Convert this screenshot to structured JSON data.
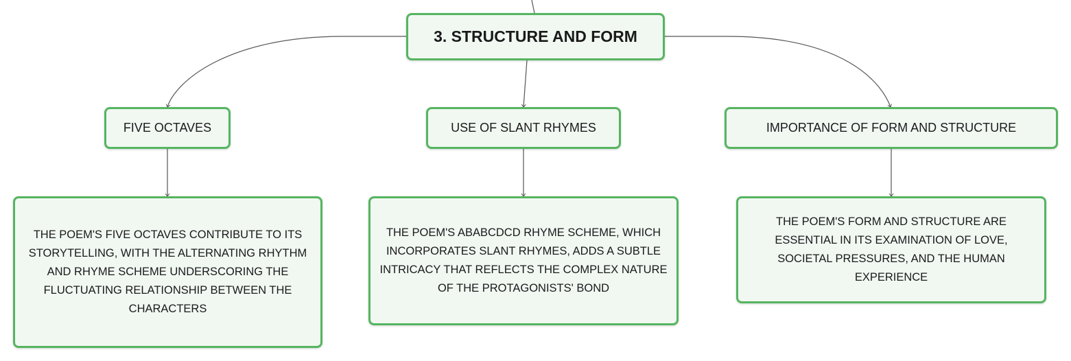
{
  "root": {
    "label": "3. STRUCTURE AND FORM"
  },
  "branches": [
    {
      "label": "FIVE OCTAVES",
      "detail": "THE POEM'S FIVE OCTAVES CONTRIBUTE TO ITS STORYTELLING, WITH THE ALTERNATING RHYTHM AND RHYME SCHEME UNDERSCORING THE FLUCTUATING RELATIONSHIP BETWEEN THE CHARACTERS"
    },
    {
      "label": "USE OF SLANT RHYMES",
      "detail": "THE POEM'S ABABCDCD RHYME SCHEME, WHICH INCORPORATES SLANT RHYMES, ADDS A SUBTLE INTRICACY THAT REFLECTS THE COMPLEX NATURE OF THE PROTAGONISTS' BOND"
    },
    {
      "label": "IMPORTANCE OF FORM AND STRUCTURE",
      "detail": "THE POEM'S FORM AND STRUCTURE ARE ESSENTIAL IN ITS EXAMINATION OF LOVE, SOCIETAL PRESSURES, AND THE HUMAN EXPERIENCE"
    }
  ],
  "colors": {
    "node_border": "#55b560",
    "node_fill": "#f1f8f2",
    "connector": "#555555"
  }
}
